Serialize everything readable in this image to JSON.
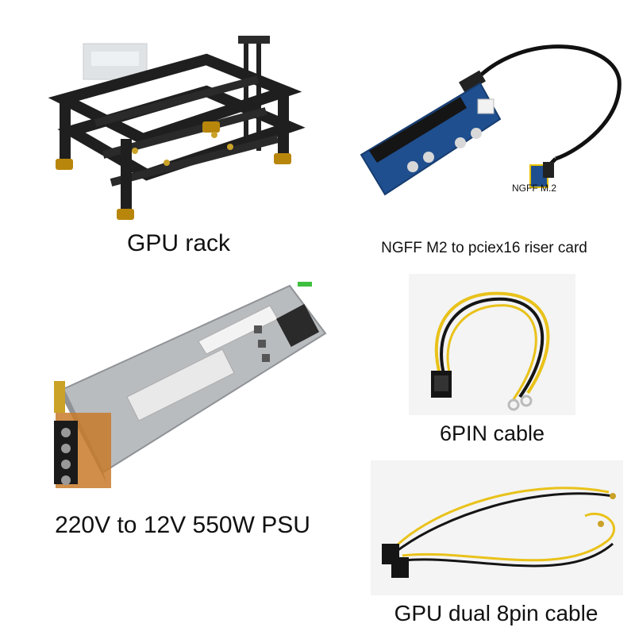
{
  "captions": {
    "gpu_rack": "GPU rack",
    "riser_card": "NGFF M2 to pciex16 riser card",
    "ngff_label": "NGFF M.2",
    "psu": "220V to 12V 550W PSU",
    "sixpin_cable": "6PIN cable",
    "dual_8pin_cable": "GPU dual 8pin cable"
  },
  "colors": {
    "background": "#ffffff",
    "rack_metal": "#1f1f1f",
    "rack_feet": "#b8860b",
    "riser_pcb": "#1f4f8f",
    "psu_silver": "#b9bcbf",
    "psu_terminal": "#c87a2a",
    "wire_yellow": "#e9c21a",
    "wire_black": "#151515"
  }
}
